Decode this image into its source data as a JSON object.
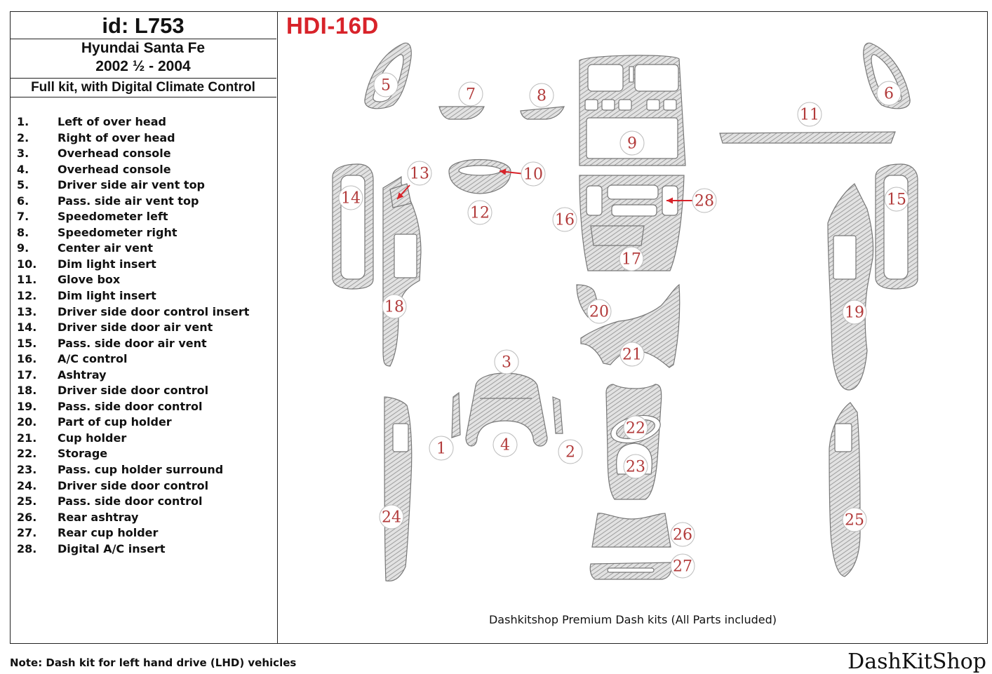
{
  "header": {
    "id_label": "id: L753",
    "model": "Hyundai Santa Fe",
    "years": "2002 ½ - 2004",
    "kit": "Full kit, with Digital Climate Control",
    "code": "HDI-16D"
  },
  "parts": [
    {
      "num": "1.",
      "name": "Left of over head"
    },
    {
      "num": "2.",
      "name": "Right of over head"
    },
    {
      "num": "3.",
      "name": "Overhead console"
    },
    {
      "num": "4.",
      "name": "Overhead console"
    },
    {
      "num": "5.",
      "name": "Driver side air vent top"
    },
    {
      "num": "6.",
      "name": "Pass. side air vent top"
    },
    {
      "num": "7.",
      "name": "Speedometer left"
    },
    {
      "num": "8.",
      "name": "Speedometer right"
    },
    {
      "num": "9.",
      "name": "Center air vent"
    },
    {
      "num": "10.",
      "name": "Dim light insert"
    },
    {
      "num": "11.",
      "name": "Glove box"
    },
    {
      "num": "12.",
      "name": "Dim light insert"
    },
    {
      "num": "13.",
      "name": "Driver side door control insert"
    },
    {
      "num": "14.",
      "name": "Driver side door air vent"
    },
    {
      "num": "15.",
      "name": "Pass. side door air vent"
    },
    {
      "num": "16.",
      "name": "A/C control"
    },
    {
      "num": "17.",
      "name": "Ashtray"
    },
    {
      "num": "18.",
      "name": "Driver side door control"
    },
    {
      "num": "19.",
      "name": "Pass. side door control"
    },
    {
      "num": "20.",
      "name": "Part of cup holder"
    },
    {
      "num": "21.",
      "name": "Cup holder"
    },
    {
      "num": "22.",
      "name": "Storage"
    },
    {
      "num": "23.",
      "name": "Pass. cup holder surround"
    },
    {
      "num": "24.",
      "name": "Driver side door control"
    },
    {
      "num": "25.",
      "name": "Pass. side door control"
    },
    {
      "num": "26.",
      "name": "Rear ashtray"
    },
    {
      "num": "27.",
      "name": "Rear cup holder"
    },
    {
      "num": "28.",
      "name": "Digital  A/C insert"
    }
  ],
  "diagram_labels": [
    "1",
    "2",
    "3",
    "4",
    "5",
    "6",
    "7",
    "8",
    "9",
    "10",
    "11",
    "12",
    "13",
    "14",
    "15",
    "16",
    "17",
    "18",
    "19",
    "20",
    "21",
    "22",
    "23",
    "24",
    "25",
    "26",
    "27",
    "28"
  ],
  "footer": {
    "caption": "Dashkitshop Premium Dash kits (All Parts included)",
    "note": "Note: Dash kit for left hand drive (LHD) vehicles",
    "brand": "DashKitShop"
  },
  "colors": {
    "code_red": "#d8232a",
    "label_red": "#b23b3b",
    "line": "#222222"
  }
}
